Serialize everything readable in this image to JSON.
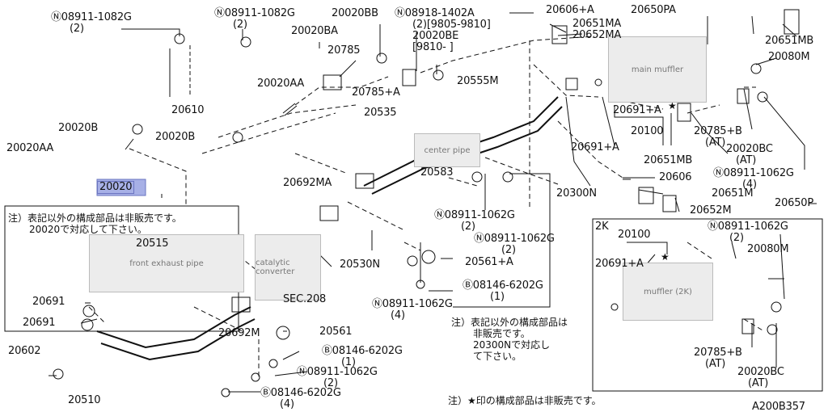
{
  "labels": {
    "l1": "Ⓝ08911-1082G",
    "l1b": "(2)",
    "l2": "Ⓝ08911-1082G",
    "l2b": "(2)",
    "l3": "20020BB",
    "l4": "Ⓝ08918-1402A",
    "l4b": "(2)[9805-9810]",
    "l4c": "20020BE",
    "l4d": "[9810-      ]",
    "l5": "20606+A",
    "l6": "20650PA",
    "l7": "20651MA",
    "l8": "20652MA",
    "l9": "20651MB",
    "l10": "20080M",
    "l11": "20020BA",
    "l12": "20785",
    "l13": "20785+A",
    "l14": "20555M",
    "l15": "20020AA",
    "l16": "20610",
    "l17": "20535",
    "l18": "20691+A",
    "l19": "20100",
    "l20": "20785+B",
    "l20b": "(AT)",
    "l21": "20020BC",
    "l21b": "(AT)",
    "l22": "20651MB",
    "l23": "20020B",
    "l24": "20020B",
    "l25": "20020AA",
    "l26": "20691+A",
    "l27": "20583",
    "l28": "20606",
    "l29": "Ⓝ08911-1062G",
    "l29b": "(4)",
    "l30": "20300N",
    "l31": "20651M",
    "l32": "20650P",
    "l33": "20652M",
    "l34": "20020",
    "l35": "20692MA",
    "l36": "Ⓝ08911-1062G",
    "l36b": "(2)",
    "l37": "Ⓝ08911-1062G",
    "l37b": "(2)",
    "l38": "20515",
    "l39": "20530N",
    "l40": "20561+A",
    "l41": "Ⓑ08146-6202G",
    "l41b": "(1)",
    "l42": "SEC.208",
    "l43": "20691",
    "l44": "20691",
    "l45": "Ⓝ08911-1062G",
    "l45b": "(4)",
    "l46": "20692M",
    "l47": "20561",
    "l48": "Ⓑ08146-6202G",
    "l48b": "(1)",
    "l49": "20602",
    "l50": "Ⓝ08911-1062G",
    "l50b": "(2)",
    "l51": "20510",
    "l52": "Ⓑ08146-6202G",
    "l52b": "(4)",
    "inset_title": "2K",
    "in1": "20100",
    "in2": "Ⓝ08911-1062G",
    "in2b": "(2)",
    "in3": "20080M",
    "in4": "20691+A",
    "in5": "20785+B",
    "in5b": "(AT)",
    "in6": "20020BC",
    "in6b": "(AT)",
    "diagram_id": "A200B357"
  },
  "notes": {
    "n1a": "注）表記以外の構成部品は非販売です。",
    "n1b": "20020で対応して下さい。",
    "n2a": "注）表記以外の構成部品は",
    "n2b": "非販売です。",
    "n2c": "20300Nで対応し",
    "n2d": "て下さい。",
    "n3": "注）★印の構成部品は非販売です。"
  },
  "images": {
    "main_muffler": "main muffler",
    "center_pipe": "center pipe",
    "sec208_cat": "catalytic converter",
    "front_pipe": "front exhaust pipe",
    "inset_muffler": "muffler (2K)"
  }
}
